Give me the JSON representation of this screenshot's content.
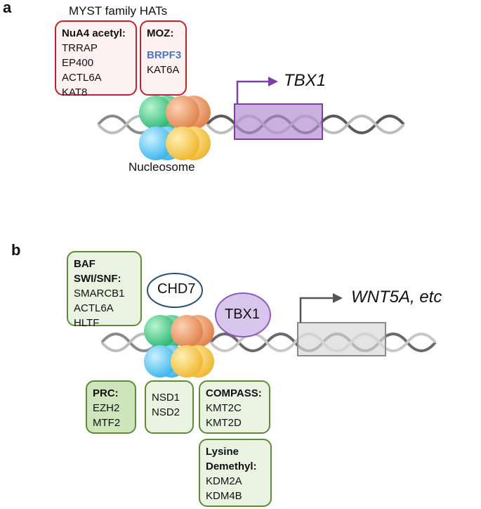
{
  "panel_a": {
    "letter": "a",
    "myst_title": "MYST family HATs",
    "nua4": {
      "title": "NuA4 acetyl:",
      "items": [
        "TRRAP",
        "EP400",
        "ACTL6A",
        "KAT8"
      ]
    },
    "moz": {
      "title": "MOZ:",
      "items": [
        "BRPF3",
        "KAT6A"
      ]
    },
    "nucleosome_label": "Nucleosome",
    "gene_label": "TBX1",
    "colors": {
      "box_border": "#c0232b",
      "gene_box": "#b28fd0",
      "arrow": "#7b3fa6",
      "highlight": "#4b78b8"
    }
  },
  "panel_b": {
    "letter": "b",
    "baf": {
      "title1": "BAF",
      "title2": "SWI/SNF:",
      "items": [
        "SMARCB1",
        "ACTL6A",
        "HLTF"
      ]
    },
    "chd7": "CHD7",
    "tbx1": "TBX1",
    "gene_label": "WNT5A, etc",
    "prc": {
      "title": "PRC:",
      "items": [
        "EZH2",
        "MTF2"
      ]
    },
    "nsd": {
      "items": [
        "NSD1",
        "NSD2"
      ]
    },
    "compass": {
      "title": "COMPASS:",
      "items": [
        "KMT2C",
        "KMT2D"
      ]
    },
    "lysine": {
      "title1": "Lysine",
      "title2": "Demethyl:",
      "items": [
        "KDM2A",
        "KDM4B"
      ]
    },
    "colors": {
      "box_border": "#5f8a3a",
      "tbx1_fill": "#d9c6ec",
      "gene_box": "#d9d9d9",
      "chd7_border": "#2d4f73"
    }
  }
}
